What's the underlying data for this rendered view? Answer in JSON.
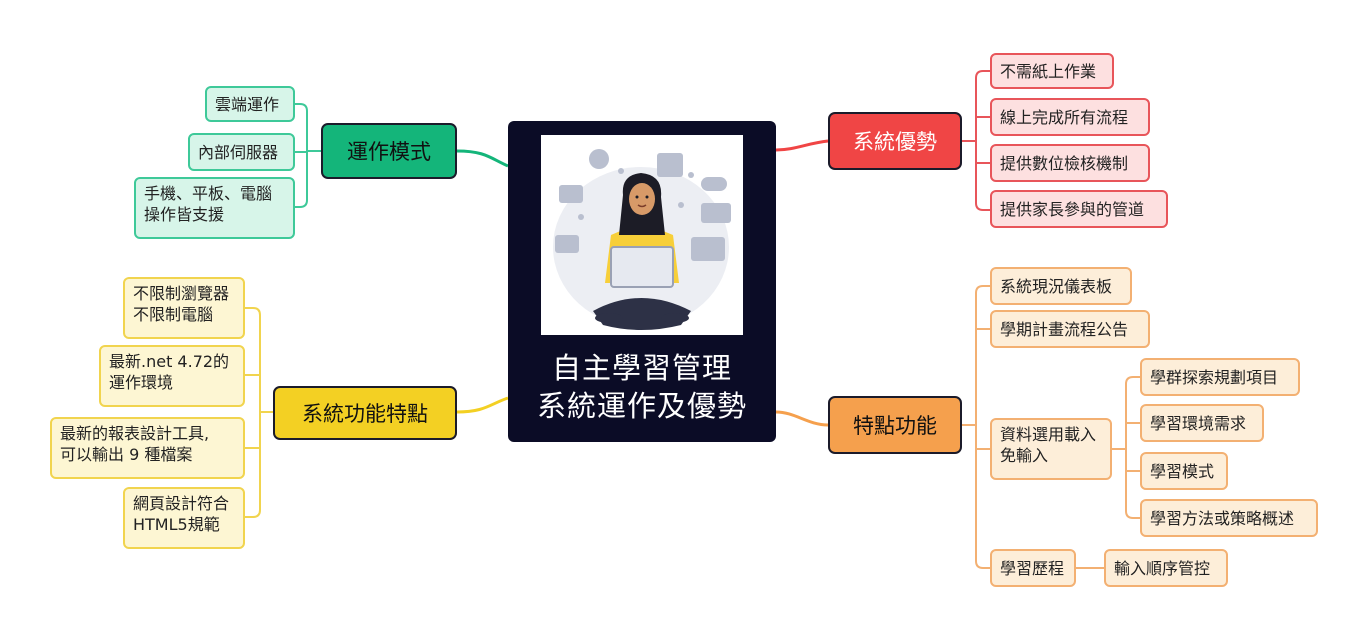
{
  "center": {
    "title_line1": "自主學習管理",
    "title_line2": "系統運作及優勢"
  },
  "colors": {
    "center_bg": "#0b0c26",
    "green": "#14b57a",
    "red": "#f04545",
    "yellow": "#f3d023",
    "orange": "#f5a04d"
  },
  "branches": {
    "operation": {
      "label": "運作模式",
      "items": [
        "雲端運作",
        "內部伺服器",
        "手機、平板、電腦",
        "操作皆支援"
      ]
    },
    "advantages": {
      "label": "系統優勢",
      "items": [
        "不需紙上作業",
        "線上完成所有流程",
        "提供數位檢核機制",
        "提供家長參與的管道"
      ]
    },
    "features": {
      "label": "系統功能特點",
      "items": [
        "不限制瀏覽器",
        "不限制電腦",
        "最新.net 4.72的",
        "運作環境",
        "最新的報表設計工具,",
        "可以輸出 9 種檔案",
        "網頁設計符合",
        "HTML5規範"
      ]
    },
    "specials": {
      "label": "特點功能",
      "items": [
        "系統現況儀表板",
        "學期計畫流程公告",
        "資料選用載入",
        "免輸入",
        "學習歷程"
      ],
      "data_children": [
        "學群探索規劃項目",
        "學習環境需求",
        "學習模式",
        "學習方法或策略概述"
      ],
      "history_child": "輸入順序管控"
    }
  }
}
